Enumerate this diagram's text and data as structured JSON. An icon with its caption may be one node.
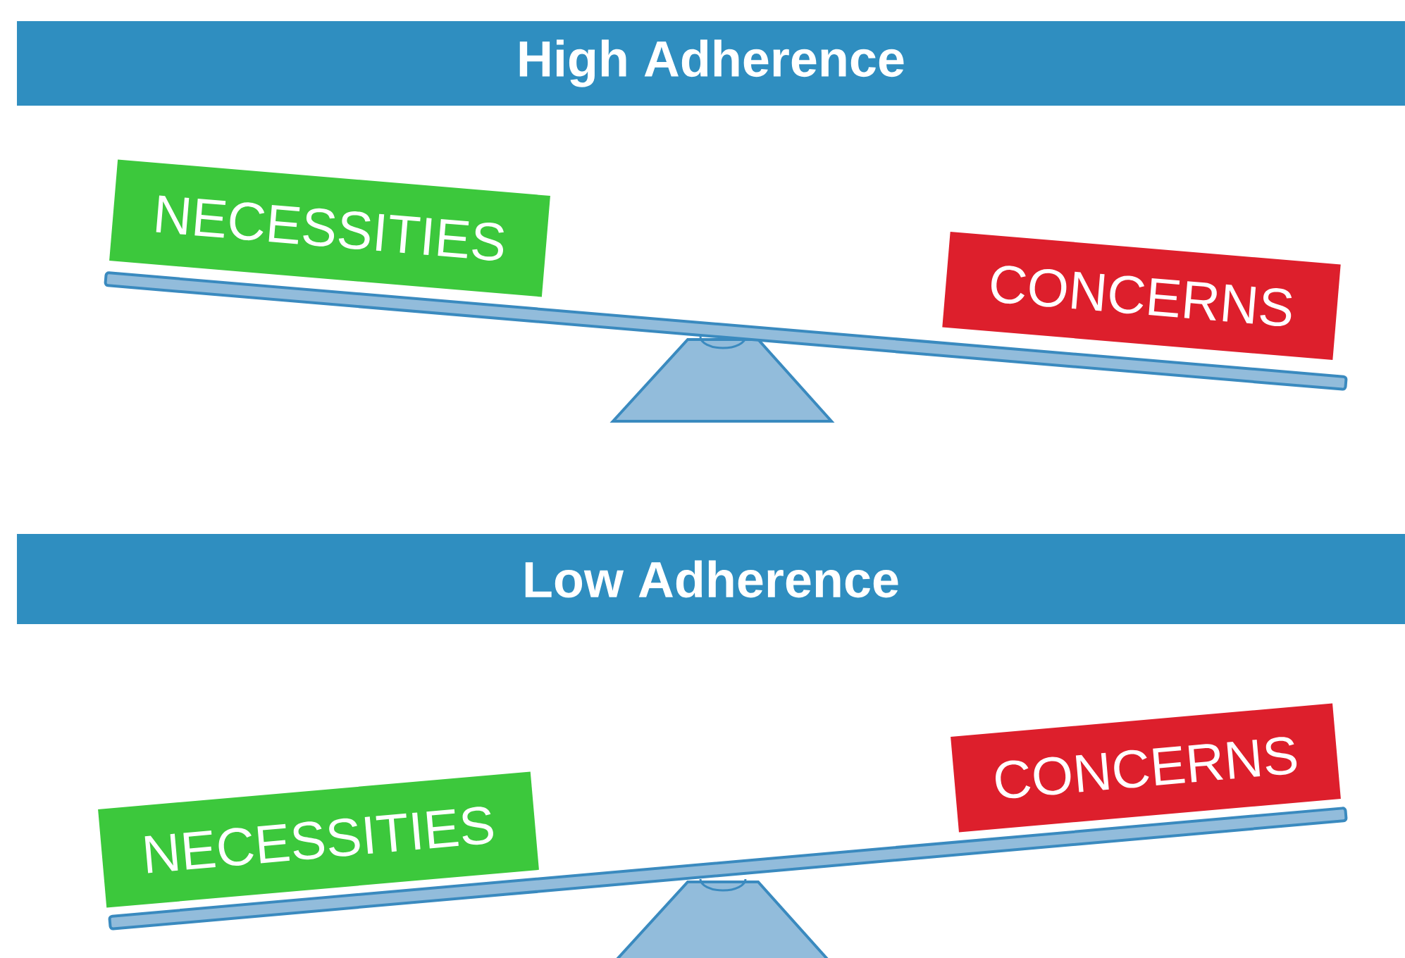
{
  "diagram": {
    "nodes": [
      {
        "text": [
          "High Adherence"
        ]
      },
      {
        "text": [
          "NECESSITIES"
        ]
      },
      {
        "text": [
          "CONCERNS"
        ]
      },
      {
        "text": [
          "Low Adherence"
        ]
      },
      {
        "text": [
          "NECESSITIES"
        ]
      },
      {
        "text": [
          "CONCERNS"
        ]
      }
    ]
  }
}
